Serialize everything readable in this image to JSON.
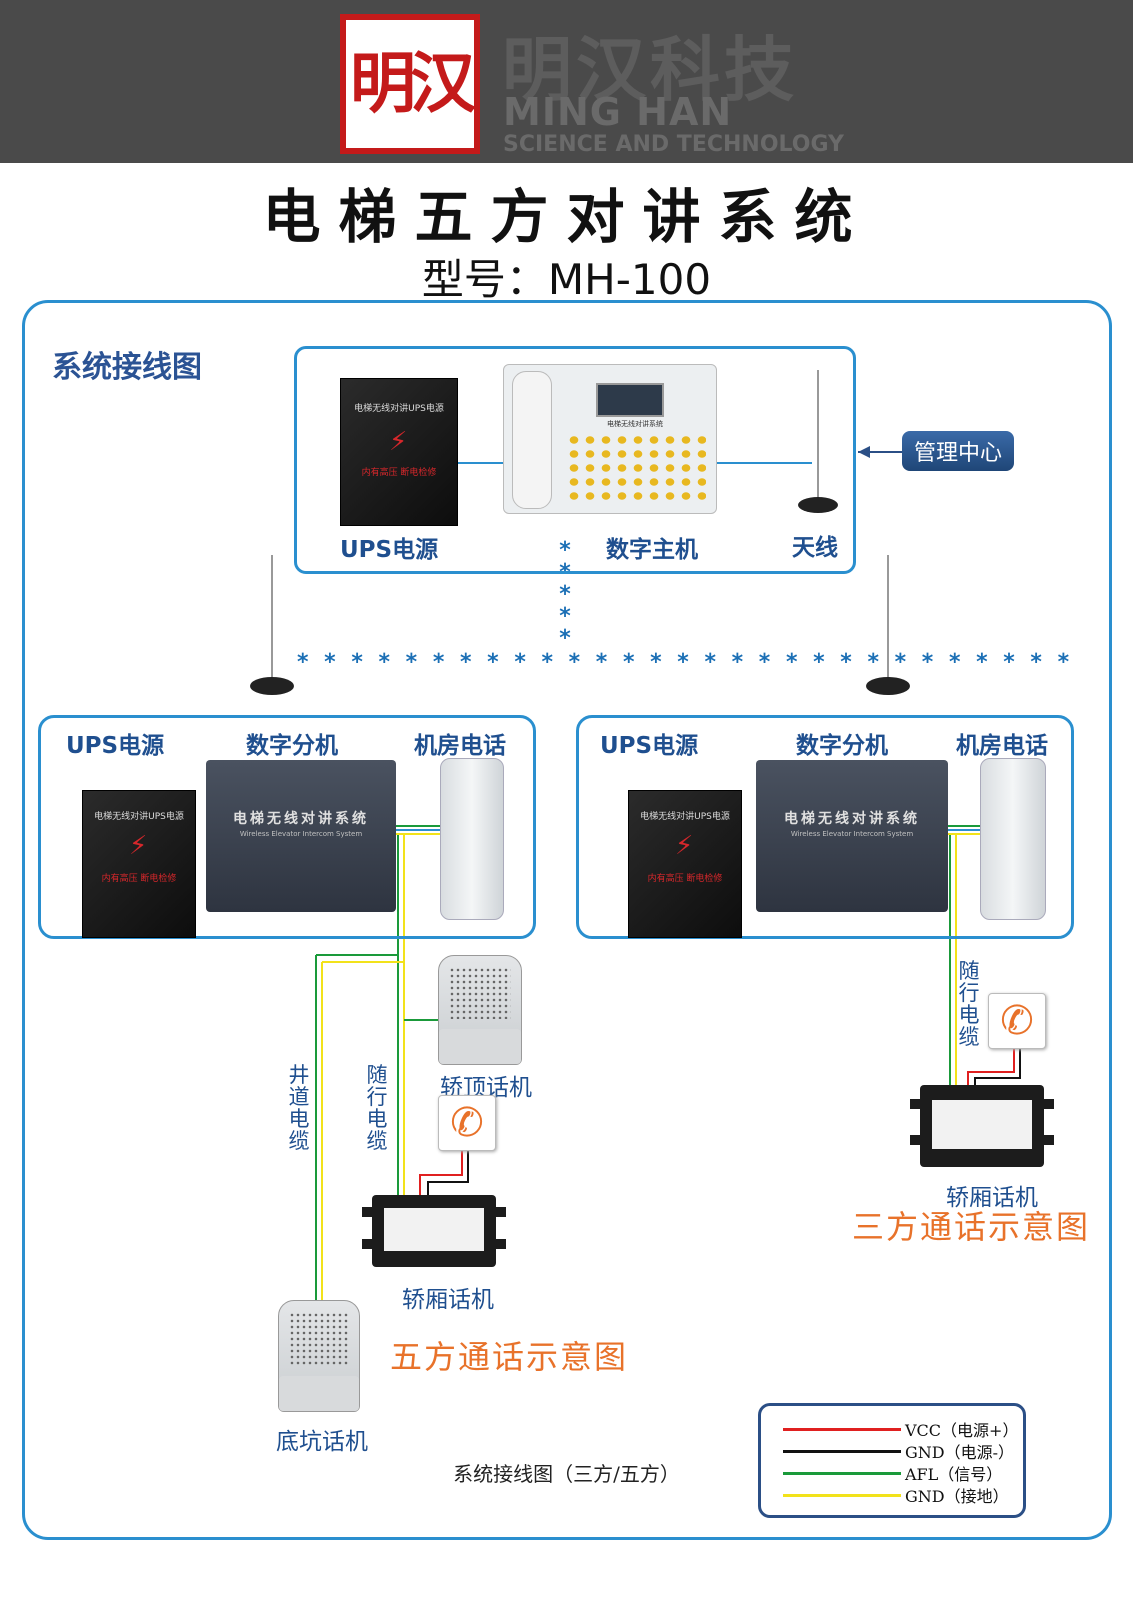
{
  "brand": {
    "logo_text": "明汉",
    "name_cn": "明汉科技",
    "name_en": "MING HAN",
    "subtitle_en": "SCIENCE AND TECHNOLOGY",
    "header_color": "#4a4a4a",
    "logo_color": "#c41a1a"
  },
  "title": "电梯五方对讲系统",
  "model": "型号：MH-100",
  "section_title": "系统接线图",
  "top_unit": {
    "ups_label": "UPS电源",
    "host_label": "数字主机",
    "antenna_label": "天线",
    "mgmt_label": "管理中心",
    "ups_text": "电梯无线对讲UPS电源",
    "ups_warning": "内有高压 断电检修",
    "host_text": "电梯无线对讲系统"
  },
  "left_unit": {
    "ups_label": "UPS电源",
    "ext_label": "数字分机",
    "phone_label": "机房电话",
    "ups_text": "电梯无线对讲UPS电源",
    "ups_warning": "内有高压 断电检修",
    "ext_text": "电梯无线对讲系统",
    "ext_sub": "Wireless Elevator Intercom System"
  },
  "right_unit": {
    "ups_label": "UPS电源",
    "ext_label": "数字分机",
    "phone_label": "机房电话",
    "ups_text": "电梯无线对讲UPS电源",
    "ups_warning": "内有高压 断电检修",
    "ext_text": "电梯无线对讲系统",
    "ext_sub": "Wireless Elevator Intercom System"
  },
  "five_way": {
    "shaft_cable": "井道电缆",
    "travel_cable": "随行电缆",
    "car_top_label": "轿顶话机",
    "car_label": "轿厢话机",
    "pit_label": "底坑话机",
    "caption": "五方通话示意图"
  },
  "three_way": {
    "travel_cable": "随行电缆",
    "car_label": "轿厢话机",
    "caption": "三方通话示意图"
  },
  "legend": [
    {
      "text": "VCC（电源+）",
      "color": "#e02020"
    },
    {
      "text": "GND（电源-）",
      "color": "#111111"
    },
    {
      "text": "AFL（信号）",
      "color": "#1a9a3a"
    },
    {
      "text": "GND（接地）",
      "color": "#f2e21a"
    }
  ],
  "footer_caption": "系统接线图（三方/五方）",
  "accent_color": "#2a8fcf"
}
